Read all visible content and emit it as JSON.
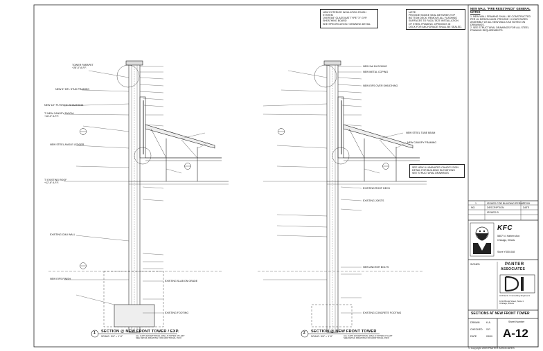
{
  "notes_top_center": "NEW EXTERIOR INSULATION FINISH SYSTEM\nOVER 5/8\" GLASS MAT TYPE \"X\" GYP.\nSHEATHING BOARD\nSEE SPECIFICATION / DRAWING DETAIL",
  "notes_top_right": "NOTE:\nPROVIDE SMOKE SEAL BETWEEN TOP\nBOTTOM DECK. REMOVE ALL FLASHING\nSURFACES TO FACILITATE INSTALLATION\nOF STEEL FRAMING. OPENINGS IN\nDECK FOR ANCHORAGE SHALL BE SEALED.",
  "general_notes": {
    "title": "NEW WALL \"FIRE RESISTANCE\" GENERAL NOTES",
    "items": [
      "1. NEW WALL FRAMING SHALL BE CONSTRUCTED PER UL DESIGN U425. PROVIDE 1 HOUR RATED ASSEMBLY AT ALL NEW WALLS AS NOTED ON DRAWINGS.",
      "2. SEE STRUCTURAL DRAWINGS FOR ALL STEEL FRAMING REQUIREMENTS."
    ]
  },
  "revision_note": "SEE NEW ILLUMINATED CANOPY SIGN\nDETAIL FOR BUILDING ELEVATIONS\nSEE STRUCTURAL DRAWINGS",
  "revisions": {
    "rows": [
      {
        "no": "1",
        "description": "ISSUED FOR BUILDING PERMIT",
        "date": "3/7/09"
      }
    ],
    "header_no": "NO.",
    "header_description": "DESCRIPTION",
    "header_date": "DATE",
    "issued_label": "ISSUED B"
  },
  "client": {
    "brand": "KFC",
    "address_line1": "5807 N. Harlem Ave.",
    "address_line2": "Chicago, Illinois",
    "store": "Store Y300-048"
  },
  "architect": {
    "name_line1": "PANTER",
    "name_line2": "ASSOCIATES",
    "caption": "Architects / Consulting Engineers",
    "address": "1011 Brook Street, Suite 1\nChicago, Illinois"
  },
  "stamp_label": "SIGNED",
  "sheet_label": "SECTIONS AT NEW FRONT TOWER",
  "sheet_number_label": "Sheet Number",
  "sheet_number": "A-12",
  "job_fields": [
    {
      "label": "DRAWN",
      "value": "K.A."
    },
    {
      "label": "CHECKED",
      "value": "S.P."
    },
    {
      "label": "DATE",
      "value": "03/09"
    }
  ],
  "section_left": {
    "number": "1",
    "title": "SECTION @ NEW FRONT TOWER / EXP.",
    "scale": "SCALE: 3/4\" = 1'-0\"",
    "note": "ALL CAPS EXCEPTIONAL WALLS NOTED AT LEFT\nSEE DETAIL DRAWING FOR ADDITIONAL INFO"
  },
  "section_right": {
    "number": "2",
    "title": "SECTION @ NEW FRONT TOWER",
    "scale": "SCALE: 3/4\" = 1'-0\"",
    "note": "ALL CAPS EXCEPTIONAL WALLS NOTED AT LEFT\nSEE DETAIL DRAWING FOR ADDITIONAL INFO"
  },
  "footer": "© Copyright 2009 PANTER ASSOCIATES",
  "left_callouts": [
    "TOWER PARAPET\n+28'-0\" A.F.F.",
    "NEW 6\" MTL STUD FRAMING",
    "NEW 1/2\" PLYWOOD SHEATHING",
    "T/ NEW CANOPY FASCIA\n+16'-0\" A.F.F.",
    "NEW STEEL ANGLE LEDGER",
    "T/ EXISTING ROOF\n+12'-6\" A.F.F.",
    "EXISTING CMU WALL",
    "NEW EIFS FINISH",
    "EXISTING SLAB ON GRADE",
    "EXISTING FOOTING"
  ],
  "right_callouts": [
    "NEW 2x6 BLOCKING",
    "NEW METAL COPING",
    "NEW EIFS OVER SHEATHING",
    "NEW STEEL TUBE BEAM",
    "NEW CANOPY FRAMING",
    "EXISTING ROOF DECK",
    "EXISTING JOISTS",
    "NEW ANCHOR BOLTS",
    "EXISTING CONCRETE FOOTING"
  ]
}
